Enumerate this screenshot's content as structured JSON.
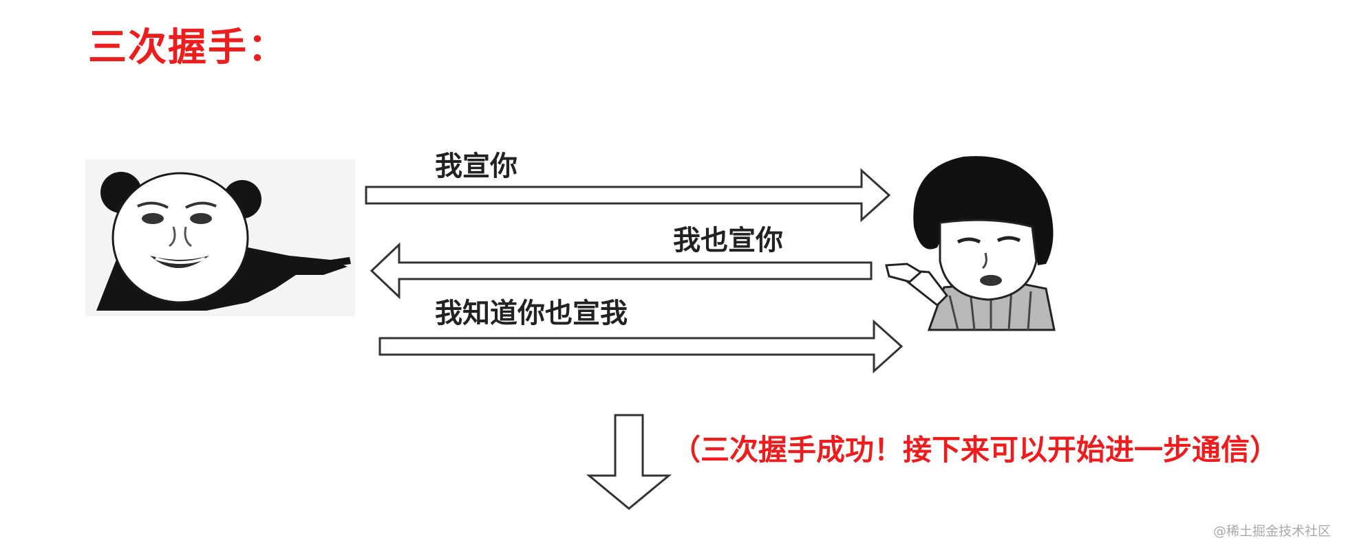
{
  "title": "三次握手：",
  "messages": [
    {
      "text": "我宣你",
      "direction": "right"
    },
    {
      "text": "我也宣你",
      "direction": "left"
    },
    {
      "text": "我知道你也宣我",
      "direction": "right"
    }
  ],
  "result_note": "（三次握手成功！接下来可以开始进一步通信）",
  "watermark": "@稀土掘金技术社区",
  "colors": {
    "title": "#ee1c1c",
    "note": "#ee1c1c",
    "text": "#222222",
    "arrow_stroke": "#333333",
    "watermark": "#a9a9a9"
  },
  "icons": [
    "panda-meme-icon",
    "bowl-cut-meme-icon"
  ]
}
